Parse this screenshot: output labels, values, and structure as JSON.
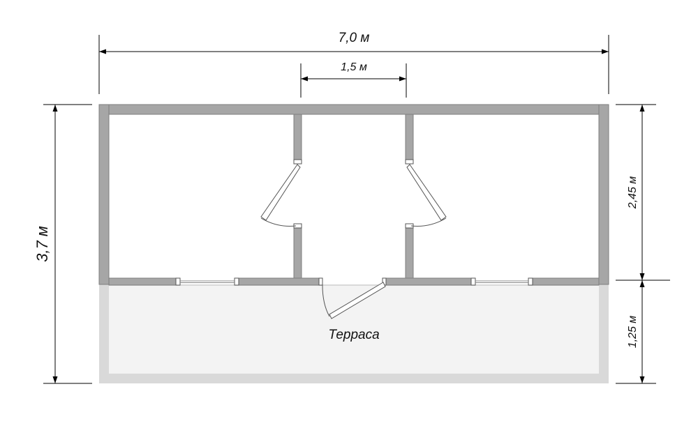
{
  "dimensions": {
    "total_width": "7,0 м",
    "middle_width": "1,5 м",
    "total_height": "3,7 м",
    "room_depth": "2,45 м",
    "terrace_depth": "1,25 м"
  },
  "labels": {
    "terrace": "Терраса"
  },
  "colors": {
    "wall": "#a6a6a6",
    "wall_outline": "#7f7f7f",
    "terrace_floor": "#f3f3f3",
    "terrace_border": "#d9d9d9",
    "dimension_line": "#000000"
  }
}
